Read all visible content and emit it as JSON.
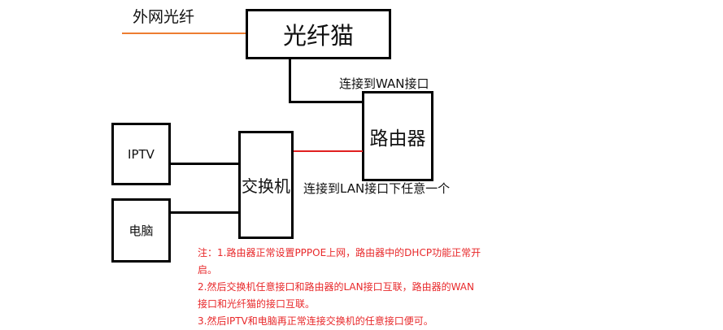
{
  "diagram": {
    "colors": {
      "box_border": "#000000",
      "fiber_line": "#ed7d31",
      "lan_link": "#e02020",
      "note_text": "#e8282a",
      "text": "#111111"
    },
    "nodes": {
      "modem": {
        "label": "光纤猫"
      },
      "router": {
        "label": "路由器"
      },
      "switch": {
        "label": "交换机"
      },
      "iptv": {
        "label": "IPTV"
      },
      "pc": {
        "label": "电脑"
      }
    },
    "edge_labels": {
      "fiber": "外网光纤",
      "wan": "连接到WAN接口",
      "lan": "连接到LAN接口下任意一个"
    },
    "notes": [
      "注：1.路由器正常设置PPPOE上网，路由器中的DHCP功能正常开",
      "启。",
      "2.然后交换机任意接口和路由器的LAN接口互联，路由器的WAN",
      "接口和光纤猫的接口互联。",
      "3.然后IPTV和电脑再正常连接交换机的任意接口便可。"
    ]
  }
}
